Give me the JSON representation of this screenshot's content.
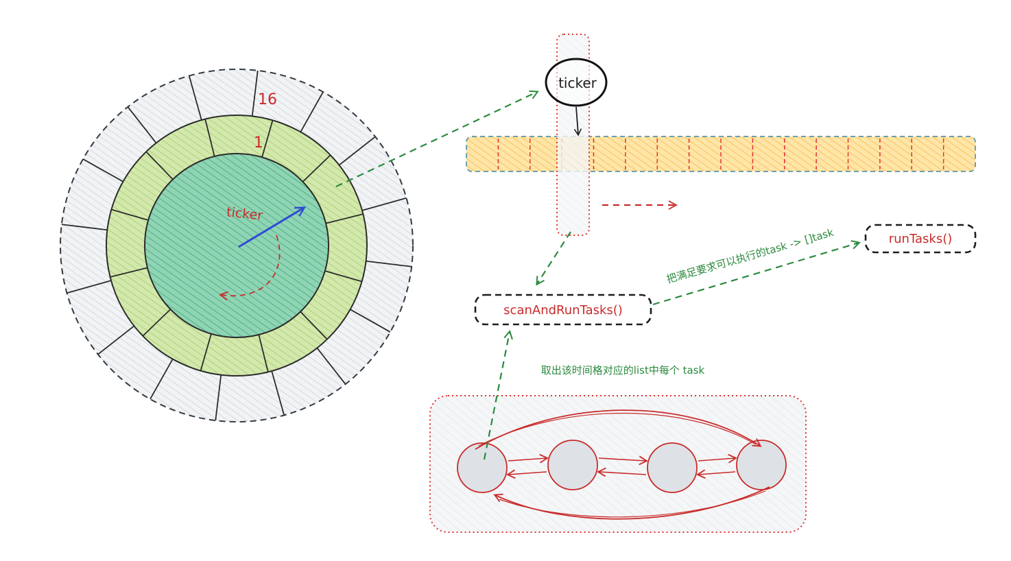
{
  "colors": {
    "outer_ring": "#e9ecef",
    "middle_ring": "#c0dc8f",
    "inner_circle": "#6cc49a",
    "bucket_strip": "#ffd98a",
    "strip_border": "#6b9fb0",
    "green_arrow": "#2b8a3e",
    "red": "#c92a2a",
    "blue_arrow": "#2f4ad6",
    "node_fill": "#dee2e6",
    "list_container": "#e9ecef"
  },
  "wheel": {
    "outer_label": "16",
    "middle_label": "1",
    "center_label": "ticker",
    "pointer_icon": "blue-arrow-icon",
    "rotation_icon": "red-curved-arrow-icon"
  },
  "ticker_node": {
    "label": "ticker"
  },
  "strip": {
    "direction_icon": "red-dashed-arrow-icon"
  },
  "scan_box": {
    "label": "scanAndRunTasks()"
  },
  "run_box": {
    "label": "runTasks()"
  },
  "annotations": {
    "scan_to_run": "把满足要求可以执行的task -> []task",
    "list_to_scan": "取出该时间格对应的list中每个 task"
  },
  "task_list": {
    "node_icon": "list-node-icon"
  }
}
